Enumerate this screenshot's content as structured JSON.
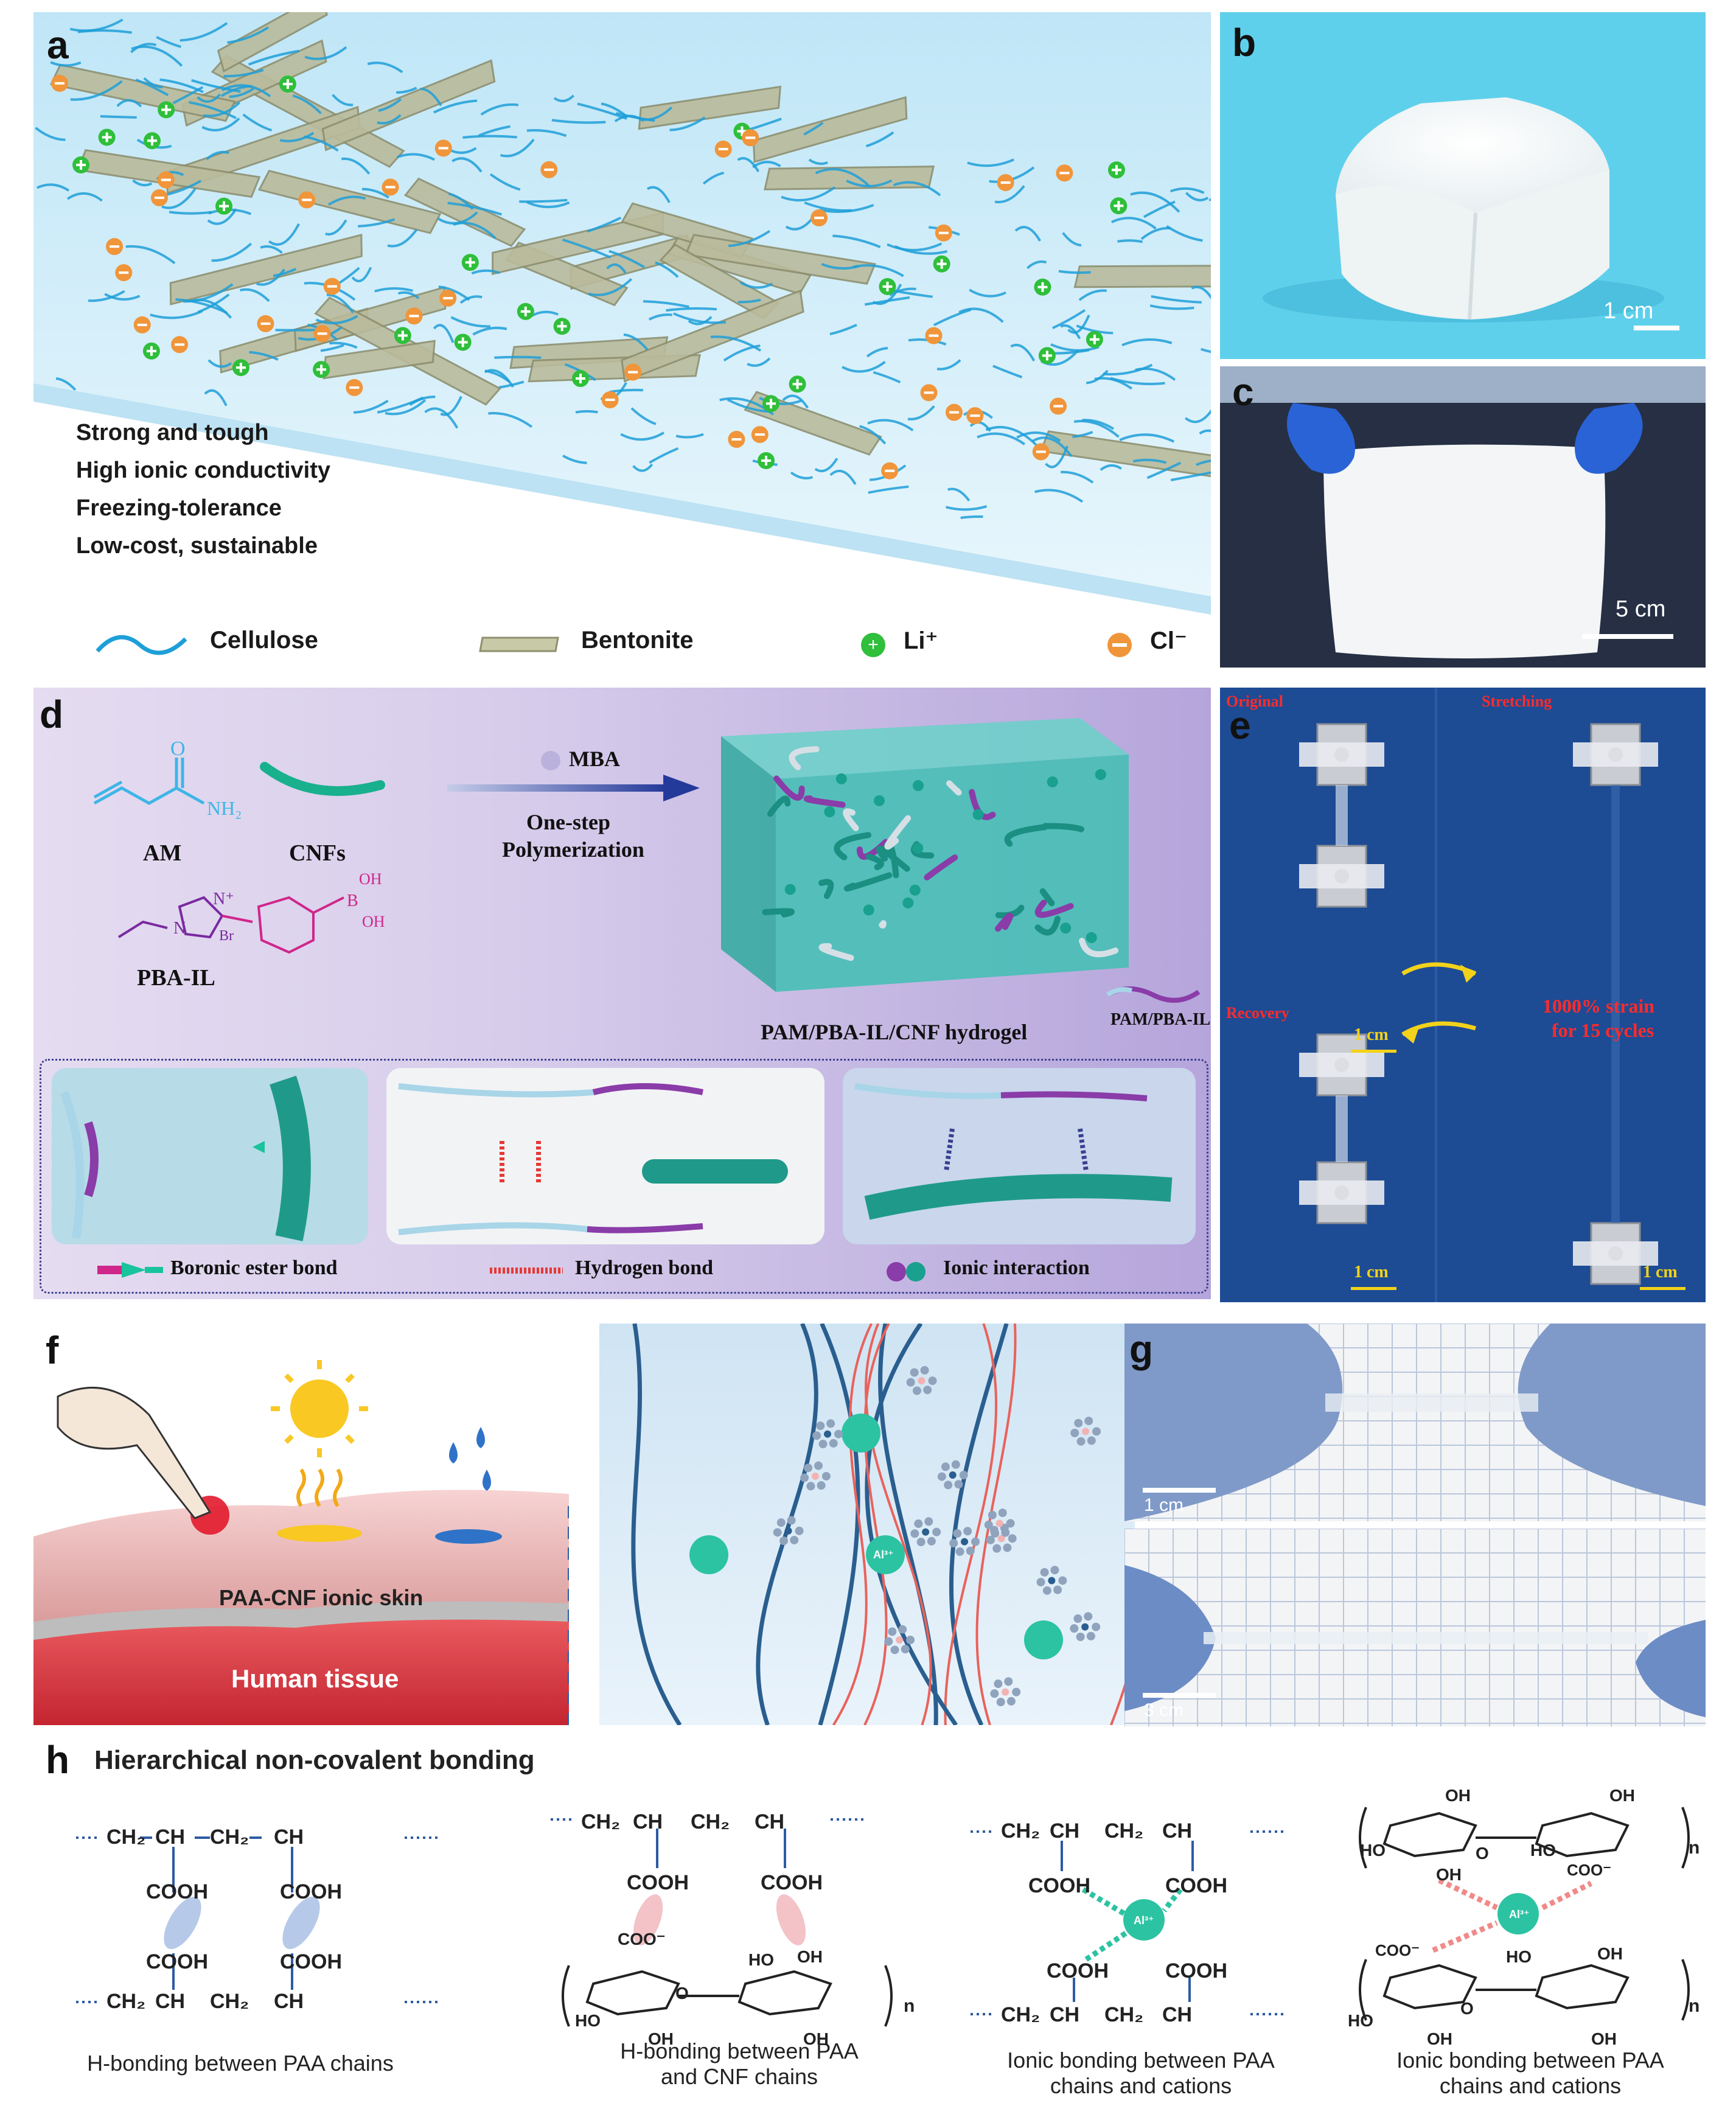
{
  "labels": {
    "a": "a",
    "b": "b",
    "c": "c",
    "d": "d",
    "e": "e",
    "f": "f",
    "g": "g",
    "h": "h"
  },
  "panel_a": {
    "properties": [
      "Strong and tough",
      "High ionic conductivity",
      "Freezing-tolerance",
      "Low-cost, sustainable"
    ],
    "legend": {
      "cellulose": "Cellulose",
      "bentonite": "Bentonite",
      "li": "Li⁺",
      "cl": "Cl⁻"
    },
    "colors": {
      "cellulose": "#1e9fd8",
      "bentonite": "#b6b89a",
      "li": "#2fbf3a",
      "cl": "#f0953a"
    }
  },
  "panel_b": {
    "scale": "1 cm"
  },
  "panel_c": {
    "scale": "5 cm"
  },
  "panel_d": {
    "monomers": {
      "am": "AM",
      "nh2": "NH₂",
      "o": "O",
      "cnfs": "CNFs",
      "ionic_liquid": "PBA-IL",
      "oh1": "OH",
      "oh2": "OH",
      "b": "B",
      "n": "N",
      "nplus": "N⁺",
      "br": "Br"
    },
    "arrow": {
      "crosslinker": "MBA",
      "line1": "One-step",
      "line2": "Polymerization"
    },
    "product": "PAM/PBA-IL/CNF hydrogel",
    "chain_legend": "PAM/PBA-IL",
    "bonds": {
      "boronic": "Boronic ester bond",
      "hydrogen": "Hydrogen bond",
      "ionic": "Ionic interaction"
    }
  },
  "panel_e": {
    "original": "Original",
    "stretching": "Stretching",
    "recovery": "Recovery",
    "strain": "1000% strain",
    "cycles": "for 15 cycles",
    "scale1": "1 cm",
    "scale2": "1 cm",
    "scale3": "1 cm"
  },
  "panel_f": {
    "skin": "PAA-CNF ionic skin",
    "tissue": "Human tissue",
    "ion": "Al³⁺"
  },
  "panel_g": {
    "scale_top": "1 cm",
    "scale_bottom": "3 cm"
  },
  "panel_h": {
    "title": "Hierarchical non-covalent bonding",
    "captions": [
      [
        "H-bonding between PAA chains"
      ],
      [
        "H-bonding between PAA",
        "and CNF chains"
      ],
      [
        "Ionic bonding between PAA",
        "chains and cations"
      ],
      [
        "Ionic bonding between PAA",
        "chains and cations"
      ]
    ],
    "groups": {
      "ch2": "CH₂",
      "ch": "CH",
      "cooh": "COOH",
      "coo": "COO⁻",
      "oh": "OH",
      "ho": "HO",
      "o": "O",
      "n": "n",
      "al": "Al³⁺"
    }
  }
}
